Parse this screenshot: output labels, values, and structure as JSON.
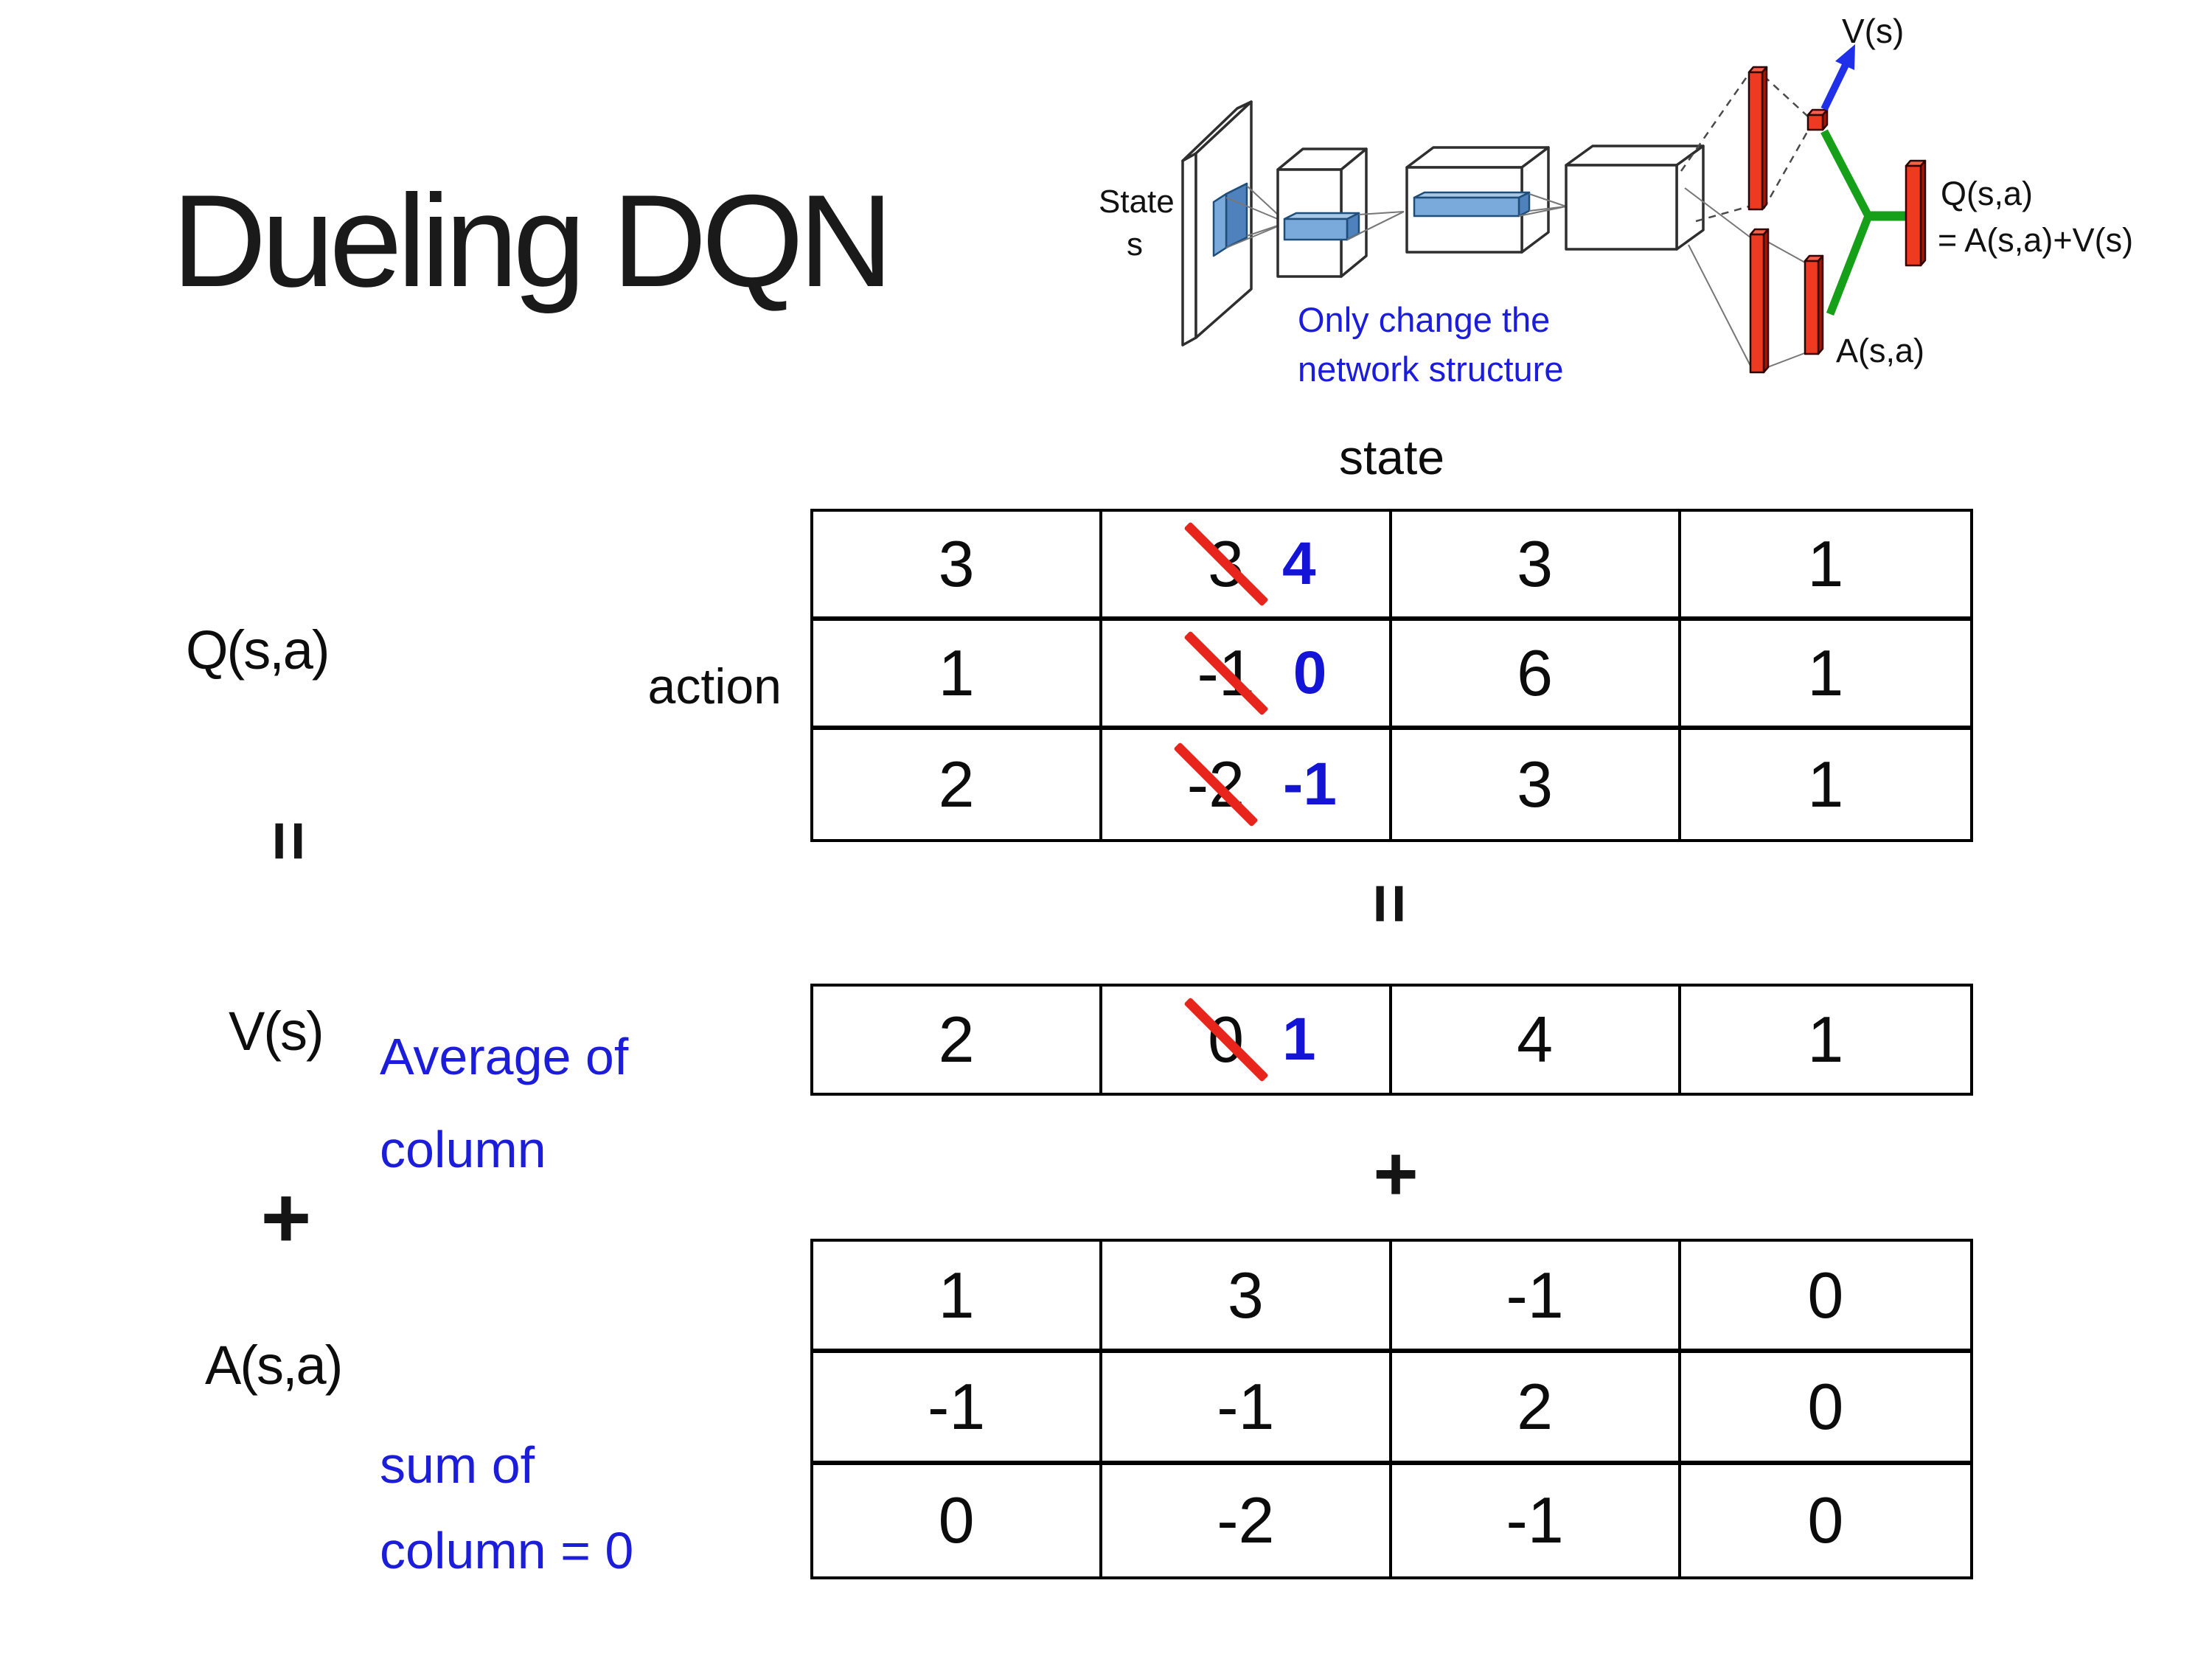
{
  "colors": {
    "accent_blue": "#1c1cdb",
    "number_blue": "#1414d6",
    "strike_red": "#e8251c",
    "bar_red": "#ee3a20",
    "bar_red_dark": "#a81505",
    "bar_red_top": "#f9604a",
    "box_blue": "#7aa9dc",
    "box_blue_dark": "#4f81bd",
    "box_blue_top": "#a8c8e8",
    "green": "#16a019",
    "arrow_blue": "#2030e8"
  },
  "title": "Dueling DQN",
  "network_diagram": {
    "state_label": "State",
    "state_sub": "s",
    "note1": "Only change the",
    "note2": "network structure",
    "v_out": "V(s)",
    "q_out1": "Q(s,a)",
    "q_out2": "= A(s,a)+V(s)",
    "a_out": "A(s,a)"
  },
  "equation": {
    "q_label": "Q(s,a)",
    "equals": "=",
    "plus": "+",
    "v_label": "V(s)",
    "a_label": "A(s,a)",
    "state_header": "state",
    "action_label": "action",
    "avg_note1": "Average of",
    "avg_note2": "column",
    "sum_note1": "sum of",
    "sum_note2": "column = 0",
    "q_matrix": [
      [
        "3",
        {
          "old": "3",
          "new": "4"
        },
        "3",
        "1"
      ],
      [
        "1",
        {
          "old": "-1",
          "new": "0"
        },
        "6",
        "1"
      ],
      [
        "2",
        {
          "old": "-2",
          "new": "-1"
        },
        "3",
        "1"
      ]
    ],
    "v_matrix": [
      [
        "2",
        {
          "old": "0",
          "new": "1"
        },
        "4",
        "1"
      ]
    ],
    "a_matrix": [
      [
        "1",
        "3",
        "-1",
        "0"
      ],
      [
        "-1",
        "-1",
        "2",
        "0"
      ],
      [
        "0",
        "-2",
        "-1",
        "0"
      ]
    ]
  }
}
